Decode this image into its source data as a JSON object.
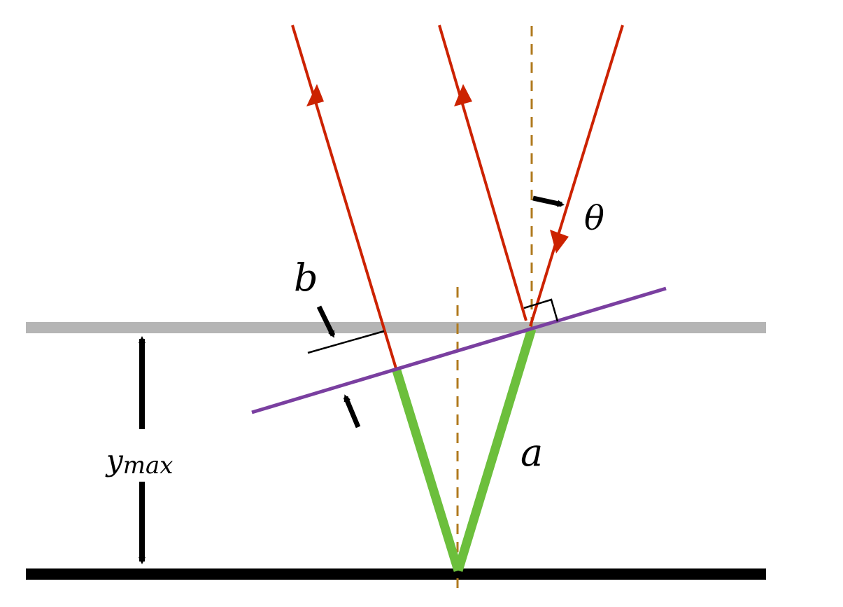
{
  "labels": {
    "b": "b",
    "theta": "θ",
    "a": "a",
    "y": "y",
    "y_subscript": "max"
  },
  "colors": {
    "ray": "#cc2200",
    "normal_line": "#b07a1e",
    "wavefront": "#7a3fa0",
    "path_segment": "#6cbf3c",
    "top_surface": "#b5b5b5",
    "bottom_surface": "#000000",
    "annotation": "#000000"
  }
}
